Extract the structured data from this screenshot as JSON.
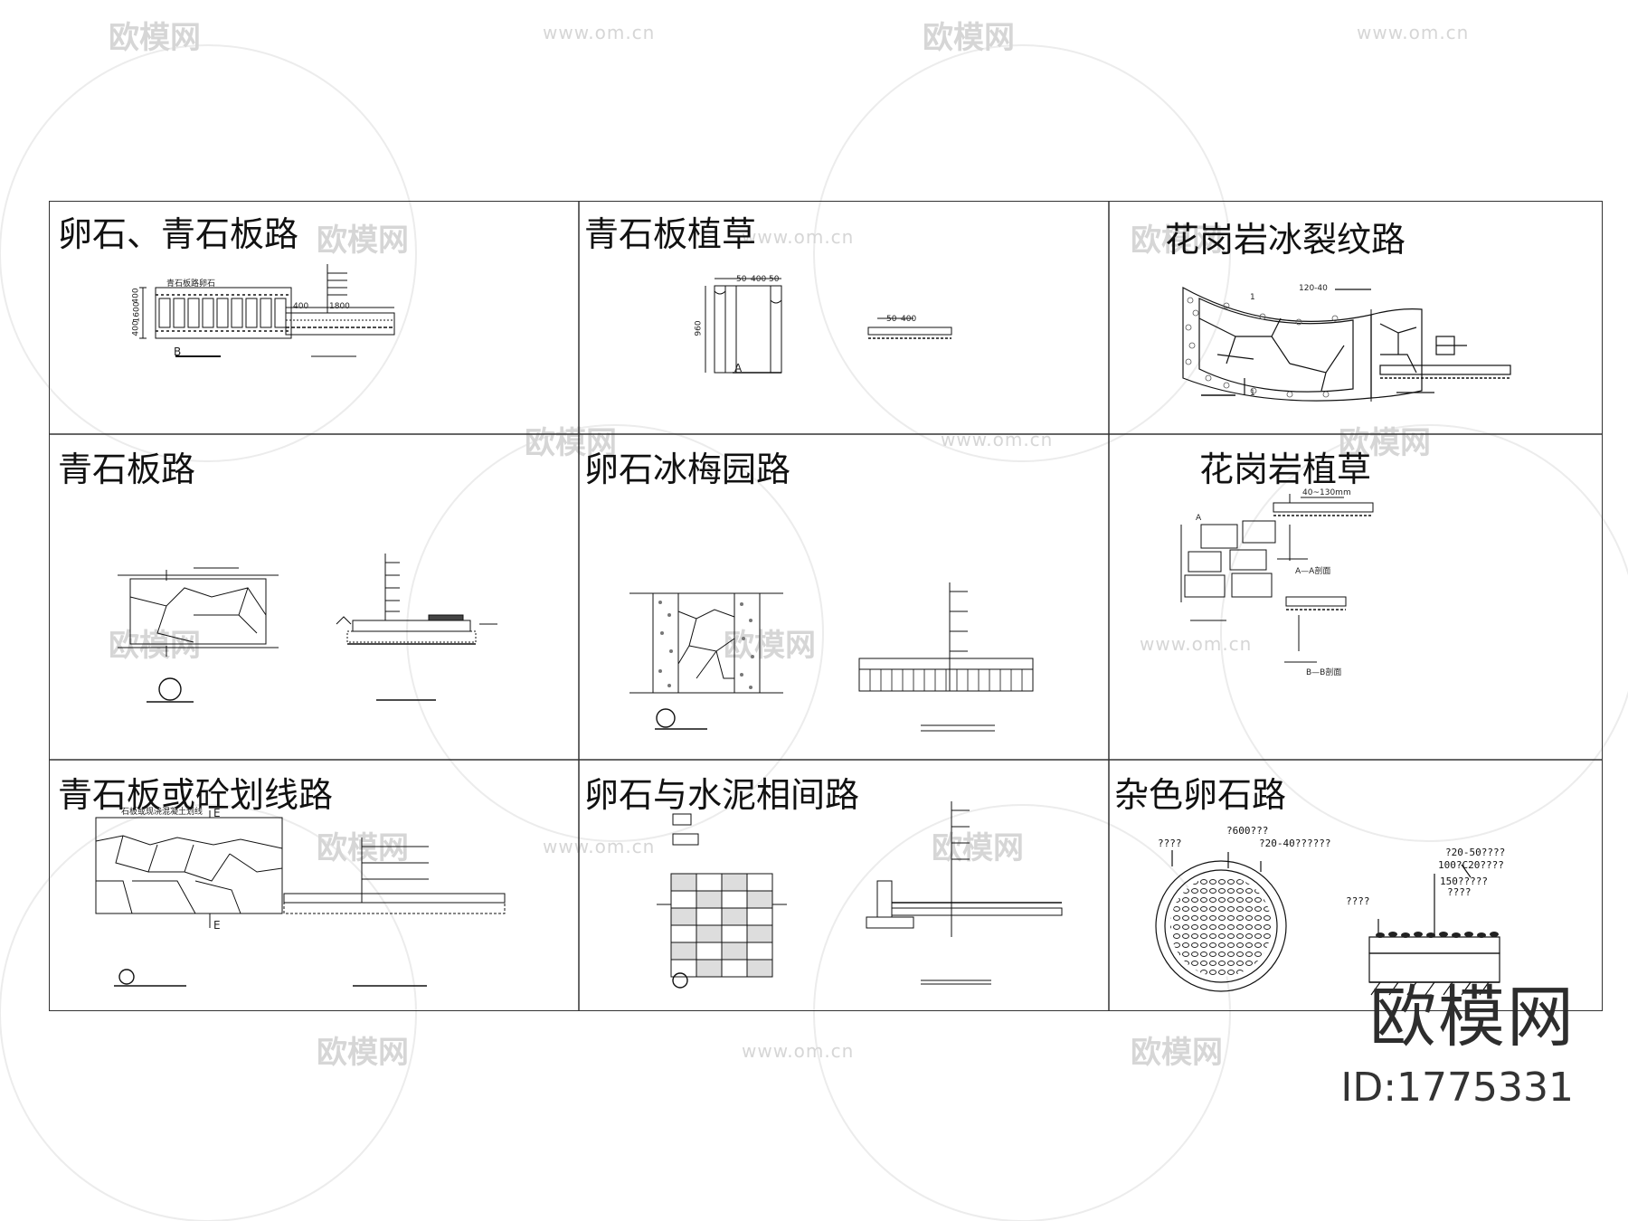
{
  "cells": [
    {
      "title": "卵石、青石板路",
      "labels": [
        "青石板路卵石",
        "B",
        "400",
        "1600",
        "400",
        "1800",
        "400"
      ]
    },
    {
      "title": "青石板植草",
      "labels": [
        "50",
        "400",
        "50",
        "960",
        "A",
        "50",
        "400"
      ]
    },
    {
      "title": "花岗岩冰裂纹路",
      "labels": [
        "120-40",
        "1",
        "1"
      ]
    },
    {
      "title": "青石板路",
      "labels": []
    },
    {
      "title": "卵石冰梅园路",
      "labels": []
    },
    {
      "title": "花岗岩植草",
      "labels": [
        "A",
        "40~130mm",
        "A—A剖面",
        "B—B剖面"
      ]
    },
    {
      "title": "青石板或砼划线路",
      "labels": [
        "石板或现浇混凝土划线",
        "E",
        "E"
      ]
    },
    {
      "title": "卵石与水泥相间路",
      "labels": []
    },
    {
      "title": "杂色卵石路",
      "labels": [
        "????",
        "?600???",
        "?20-40??????",
        "?20-50????",
        "100?C20????",
        "150?????",
        "????",
        "????"
      ]
    }
  ],
  "watermark": {
    "brand": "欧模网",
    "id": "ID:1775331",
    "repeat_text": "欧模网",
    "repeat_url": "www.om.cn"
  },
  "icons": [
    "section-marker-icon",
    "circle-symbol-icon"
  ]
}
